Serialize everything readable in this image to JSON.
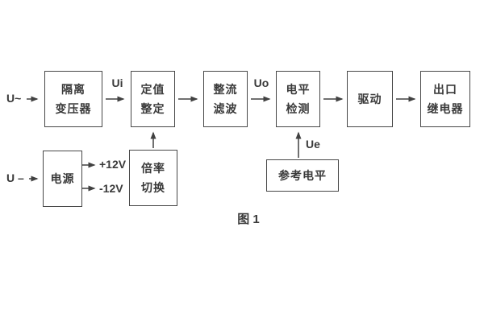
{
  "diagram": {
    "caption": "图 1",
    "labels": {
      "input_ac": "U~",
      "input_dc": "U –",
      "ui": "Ui",
      "uo": "Uo",
      "ue": "Ue",
      "rail_pos": "+12V",
      "rail_neg": "-12V"
    },
    "blocks": {
      "isolation_transformer": {
        "line1": "隔离",
        "line2": "变压器"
      },
      "setting_adjust": {
        "line1": "定值",
        "line2": "整定"
      },
      "rectify_filter": {
        "line1": "整流",
        "line2": "滤波"
      },
      "level_detect": {
        "line1": "电平",
        "line2": "检测"
      },
      "drive": {
        "label": "驱动"
      },
      "output_relay": {
        "line1": "出口",
        "line2": "继电器"
      },
      "power_supply": {
        "label": "电源"
      },
      "rate_switch": {
        "line1": "倍率",
        "line2": "切换"
      },
      "reference_level": {
        "label": "参考电平"
      }
    },
    "colors": {
      "line": "#414141",
      "text": "#3a3a3a",
      "background": "#ffffff"
    }
  }
}
